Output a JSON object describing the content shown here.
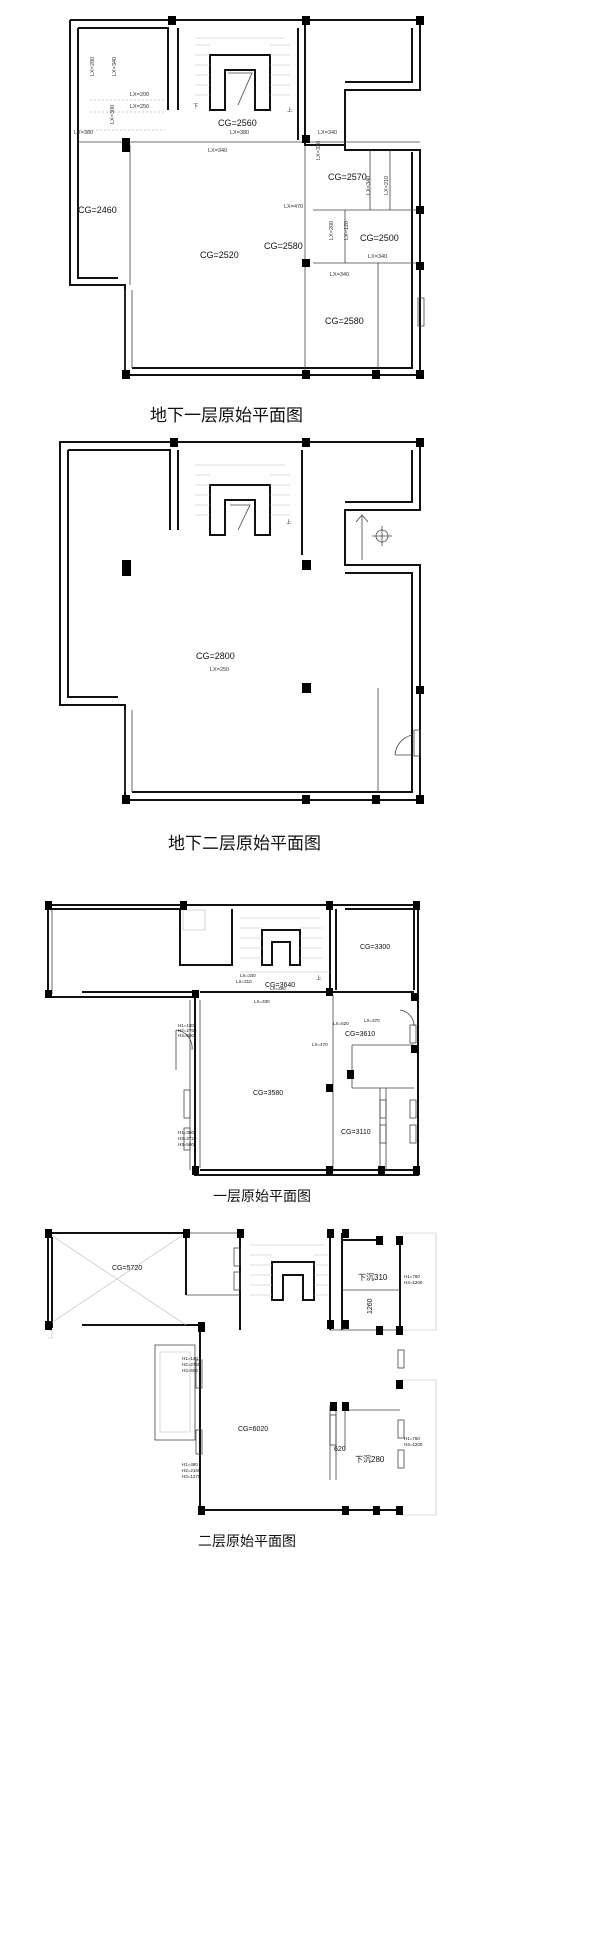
{
  "plans": [
    {
      "title": "地下一层原始平面图",
      "rooms": {
        "a": "CG=2560",
        "b": "CG=2460",
        "c": "CG=2520",
        "d": "CG=2580",
        "e": "CG=2570",
        "f": "CG=2500",
        "g": "CG=2580"
      },
      "notes": {
        "n1": "LX=280",
        "n2": "LX=340",
        "n3": "LX=200",
        "n4": "LX=250",
        "n5": "LX=300",
        "n6": "LX=380",
        "n7": "LX=380",
        "n8": "LX=340",
        "n9": "LX=340",
        "n10": "LX=330",
        "n11": "LX=340",
        "n12": "LX=210",
        "n13": "LX=470",
        "n14": "LX=200",
        "n15": "LX=120",
        "n16": "LX=340",
        "n17": "LX=340",
        "up": "上",
        "down": "下"
      }
    },
    {
      "title": "地下二层原始平面图",
      "rooms": {
        "a": "CG=2800"
      },
      "notes": {
        "n1": "LX=250",
        "up": "上"
      }
    },
    {
      "title": "一层原始平面图",
      "rooms": {
        "a": "CG=3300",
        "b": "CG=3640",
        "c": "CG=3610",
        "d": "CG=3580",
        "e": "CG=3110"
      },
      "notes": {
        "n1": "LX=340",
        "n2": "LX=310",
        "n3": "LX=380",
        "n4": "LX=330",
        "n5": "LX=520",
        "n6": "LX=370",
        "n7": "LX=470",
        "n8": "H1=130",
        "n9": "H2=2760",
        "n10": "H3=500",
        "n11": "H1=350",
        "n12": "H2=2720",
        "n13": "H3=500",
        "up": "上"
      }
    },
    {
      "title": "二层原始平面图",
      "rooms": {
        "a": "CG=5720",
        "b": "CG=6020",
        "c": "下沉310",
        "d": "下沉280"
      },
      "notes": {
        "n1": "1260",
        "n2": "620",
        "n3": "H1=760",
        "n4": "H3=1200",
        "n5": "H1=130",
        "n6": "H2=2760",
        "n7": "H3=500",
        "n8": "H1=480",
        "n9": "H2=2160",
        "n10": "H3=1270",
        "n11": "H1=760",
        "n12": "H3=1200"
      }
    }
  ]
}
